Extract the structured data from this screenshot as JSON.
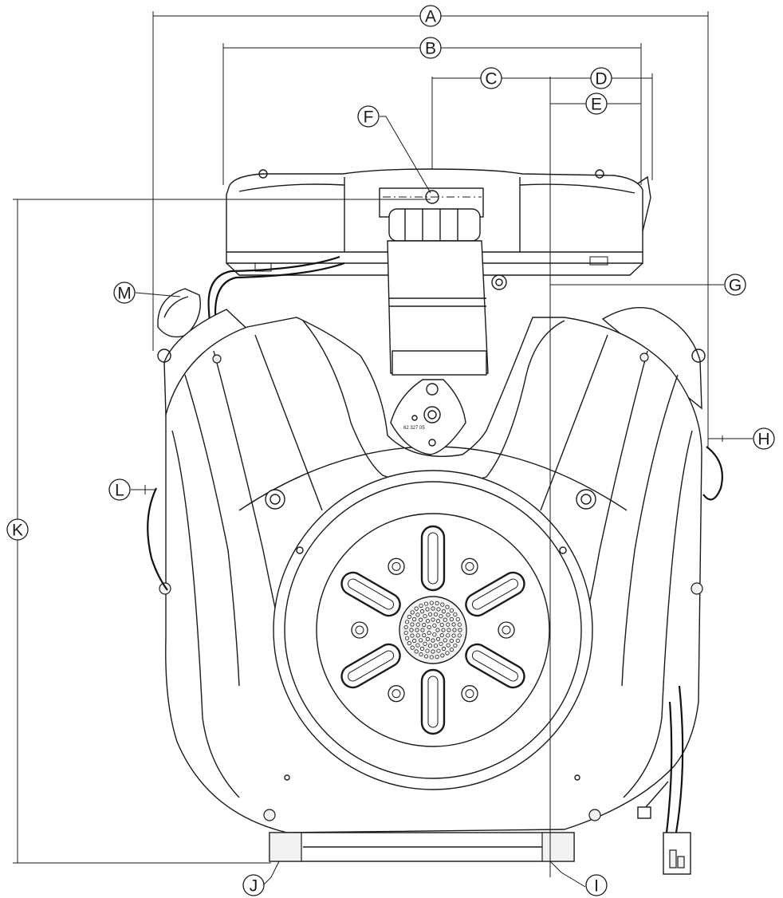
{
  "labels": {
    "A": "A",
    "B": "B",
    "C": "C",
    "D": "D",
    "E": "E",
    "F": "F",
    "G": "G",
    "H": "H",
    "I": "I",
    "J": "J",
    "K": "K",
    "L": "L",
    "M": "M"
  },
  "part_number": "62 327 05"
}
